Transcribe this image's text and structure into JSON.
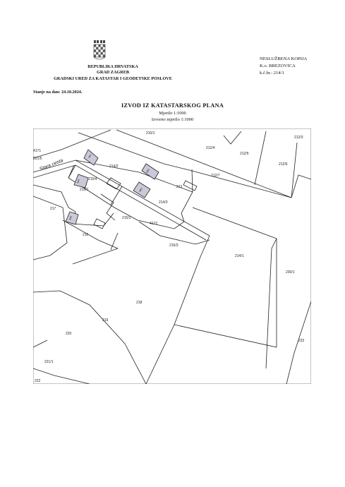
{
  "header": {
    "country": "REPUBLIKA HRVATSKA",
    "city": "GRAD ZAGREB",
    "office": "GRADSKI URED ZA KATASTAR I GEODETSKE POSLOVE",
    "copy_type": "NESLUŽBENA KOPIJA",
    "cadastral_municipality": "K.o. BREZOVICA",
    "parcel_ref": "k.č.br.: 214/1",
    "date_line": "Stanje na dan: 24.10.2024."
  },
  "title": {
    "main": "IZVOD IZ KATASTARSKOG PLANA",
    "scale": "Mjerilo 1:1000",
    "original_scale": "Izvorno mjerilo 1:1000"
  },
  "map": {
    "street_name": "Stara cesta",
    "parcels": [
      "210/1",
      "212/3",
      "212/4",
      "212/5",
      "212/6",
      "212/7",
      "4171",
      "214/2",
      "213",
      "215/4",
      "215/1",
      "214/3",
      "217",
      "215/2",
      "216",
      "215/3",
      "214/1",
      "230/1",
      "218",
      "219",
      "220",
      "232",
      "221/1",
      "222",
      "221/5",
      "4172"
    ],
    "building_labels": [
      "kb1",
      "kb2",
      "kb3",
      "kb4",
      "kb5"
    ]
  }
}
